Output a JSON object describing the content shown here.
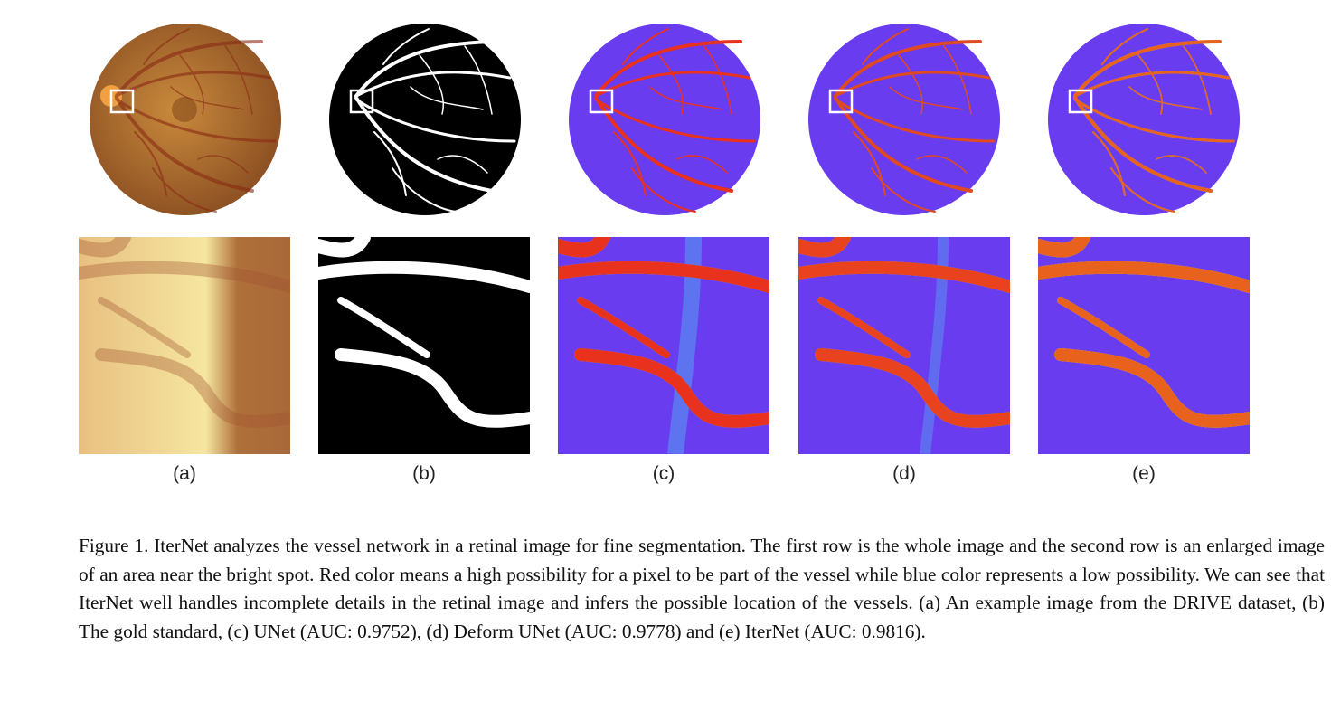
{
  "figure": {
    "panel_labels": [
      "(a)",
      "(b)",
      "(c)",
      "(d)",
      "(e)"
    ],
    "panels": [
      {
        "id": "a",
        "kind": "retinal-photo"
      },
      {
        "id": "b",
        "kind": "gold-standard"
      },
      {
        "id": "c",
        "kind": "unet-heatmap"
      },
      {
        "id": "d",
        "kind": "deform-unet-heatmap"
      },
      {
        "id": "e",
        "kind": "iternet-heatmap"
      }
    ],
    "colors": {
      "heat_bg": "#6a3cf0",
      "heat_high": "#e8321e",
      "photo": "#b06a2c"
    }
  },
  "caption": "Figure 1. IterNet analyzes the vessel network in a retinal image for fine segmentation. The first row is the whole image and the second row is an enlarged image of an area near the bright spot. Red color means a high possibility for a pixel to be part of the vessel while blue color represents a low possibility. We can see that IterNet well handles incomplete details in the retinal image and infers the possible location of the vessels. (a) An example image from the DRIVE dataset, (b) The gold standard, (c) UNet (AUC: 0.9752), (d) Deform UNet (AUC: 0.9778) and (e) IterNet (AUC: 0.9816)."
}
